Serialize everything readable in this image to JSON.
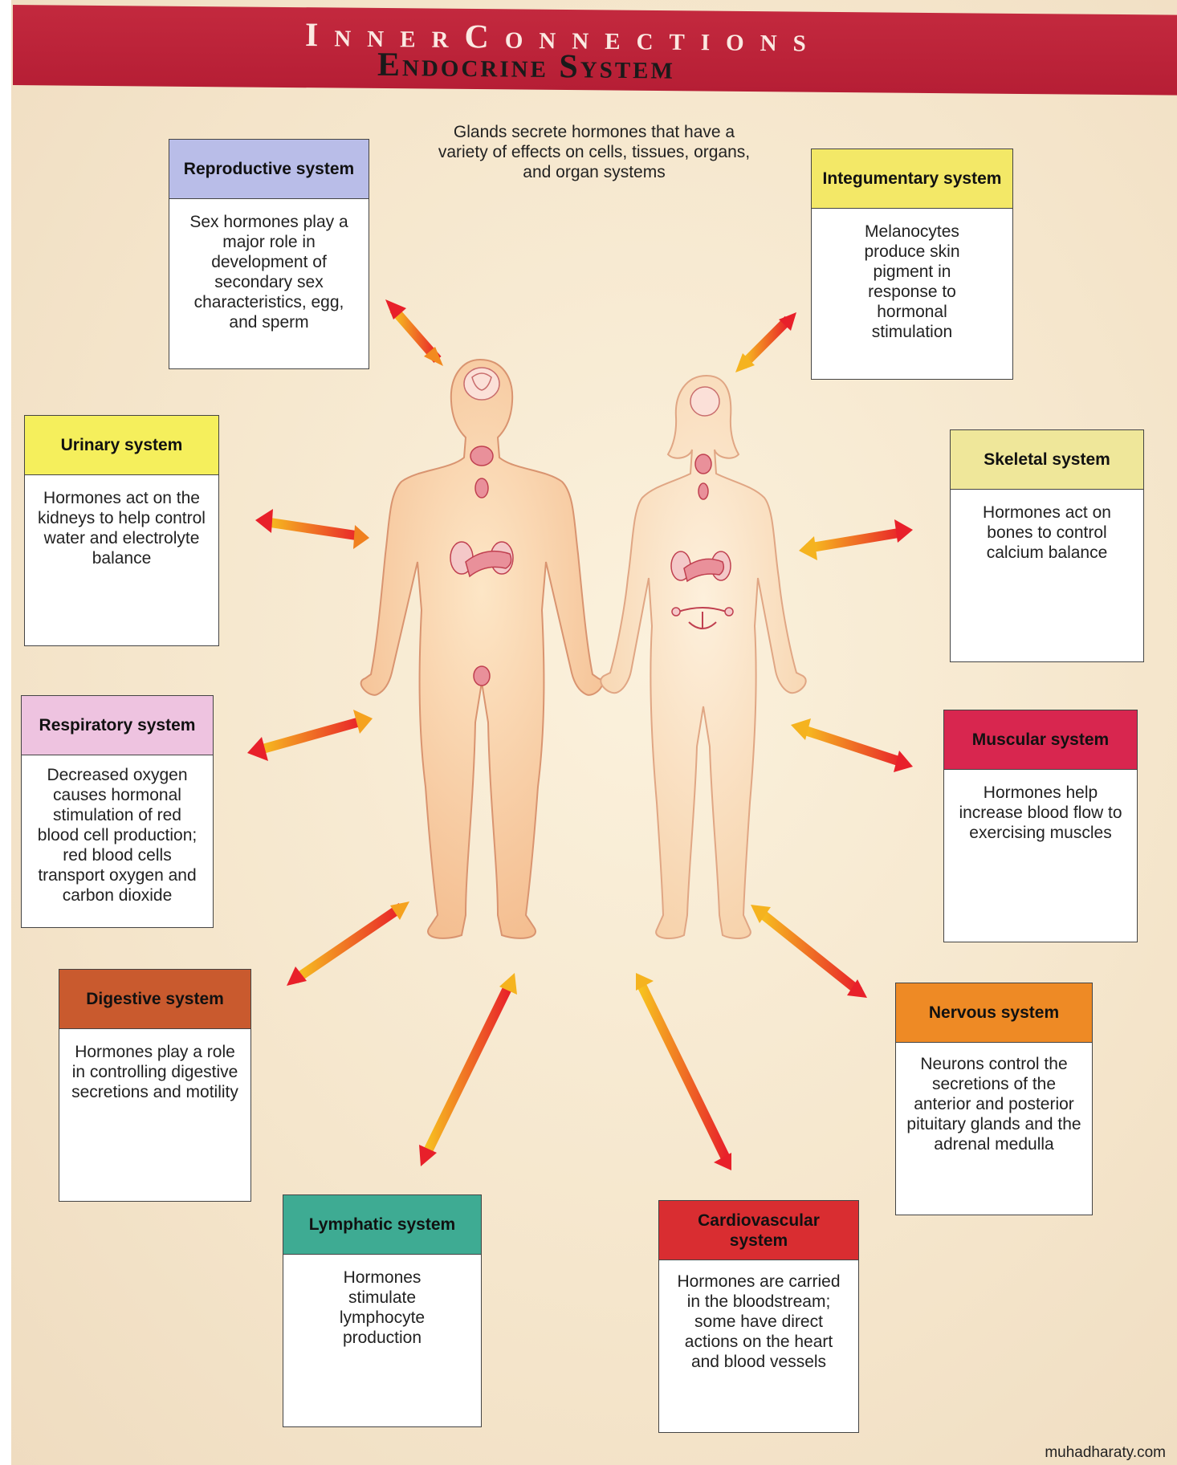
{
  "header": {
    "line1": "InnerConnections",
    "line2": "Endocrine System"
  },
  "intro": "Glands secrete hormones that have a variety of effects on cells, tissues, organs, and organ systems",
  "colors": {
    "header_band": "#b61e35",
    "arrow_start": "#f7c21f",
    "arrow_end": "#e8202a",
    "skin": "#f5c79a"
  },
  "systems": [
    {
      "id": "reproductive",
      "title": "Reproductive system",
      "text": "Sex hormones play a major role in development of secondary sex characteristics, egg, and sperm",
      "color": "#b9bde8"
    },
    {
      "id": "integumentary",
      "title": "Integumentary system",
      "text": "Melanocytes produce skin pigment in response to hormonal stimulation",
      "color": "#f3e867"
    },
    {
      "id": "urinary",
      "title": "Urinary system",
      "text": "Hormones act on the kidneys to help control water and electrolyte balance",
      "color": "#f5ef5c"
    },
    {
      "id": "skeletal",
      "title": "Skeletal system",
      "text": "Hormones act on bones to control calcium balance",
      "color": "#efe79a"
    },
    {
      "id": "respiratory",
      "title": "Respiratory system",
      "text": "Decreased oxygen causes hormonal stimulation of red blood cell production; red blood cells transport oxygen and carbon dioxide",
      "color": "#eec3e0"
    },
    {
      "id": "muscular",
      "title": "Muscular system",
      "text": "Hormones help increase blood flow to exercising muscles",
      "color": "#d8264f"
    },
    {
      "id": "digestive",
      "title": "Digestive system",
      "text": "Hormones play a role in controlling digestive secretions and motility",
      "color": "#c95a2e"
    },
    {
      "id": "nervous",
      "title": "Nervous system",
      "text": "Neurons control the secretions of the anterior and posterior pituitary glands and the adrenal medulla",
      "color": "#ee8a25"
    },
    {
      "id": "lymphatic",
      "title": "Lymphatic system",
      "text": "Hormones stimulate lymphocyte production",
      "color": "#3eab93"
    },
    {
      "id": "cardiovascular",
      "title": "Cardiovascular system",
      "text": "Hormones are carried in the bloodstream; some have direct actions on the heart and blood vessels",
      "color": "#d92d31"
    }
  ],
  "watermark": "muhadharaty.com"
}
